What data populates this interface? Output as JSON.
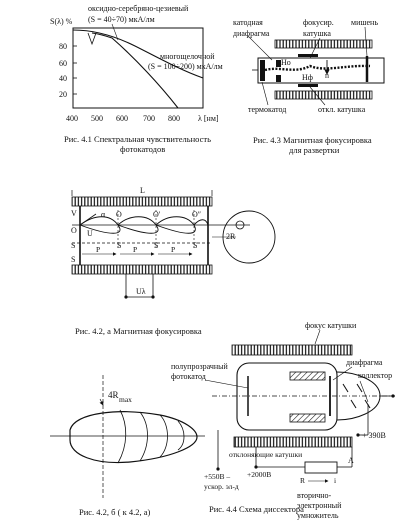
{
  "fig41": {
    "ylabel": "S(λ) %",
    "curve1_label": "оксидно-серебряно-цезиевый",
    "curve1_sens": "(S = 40÷70) мкА/лм",
    "curve2_label": "многощелочной",
    "curve2_sens": "(S = 100÷200) мкА/лм",
    "y_ticks": [
      "80",
      "60",
      "40",
      "20"
    ],
    "x_ticks": [
      "400",
      "500",
      "600",
      "700",
      "800"
    ],
    "xlabel": "λ [нм]",
    "caption_1": "Рис. 4.1  Спектральная чувствительность",
    "caption_2": "фотокатодов"
  },
  "fig43": {
    "cathode": "катодная",
    "diaphragm": "диафрагма",
    "focus_1": "фокусир.",
    "focus_2": "катушка",
    "target": "мишень",
    "ho": "Hо",
    "hf": "Hф",
    "n": "n",
    "thermocathode": "термокатод",
    "deflection": "откл. катушка",
    "caption_1": "Рис. 4.3  Магнитная фокусировка",
    "caption_2": "для развертки"
  },
  "fig42a": {
    "L": "L",
    "V": "V",
    "alpha": "α",
    "O": "O",
    "O1": "O'",
    "O2": "Oʺ",
    "U": "U",
    "S": "S",
    "P": "P",
    "twoR": "2R",
    "U_lambda": "Uλ",
    "caption": "Рис. 4.2, а  Магнитная фокусировка"
  },
  "fig42b": {
    "fourR": "4R",
    "max": "max",
    "caption": "Рис. 4.2, б   ( к 4.2, а)"
  },
  "fig44": {
    "focus_coils": "фокус катушки",
    "semi_1": "полупрозрачный",
    "semi_2": "фотокатод",
    "diaphragm": "диафрагма",
    "collector": "коллектор",
    "v390": "+ 390B",
    "deflecting": "отклоняющие катушки",
    "v550_1": "+550B –",
    "v550_2": "ускор. эл-д",
    "v2000": "+2000B",
    "A": "A",
    "R": "R",
    "i": "i",
    "sec_1": "вторично-",
    "sec_2": "электронный",
    "sec_3": "умножитель",
    "caption": "Рис. 4.4  Схема диссектора"
  }
}
